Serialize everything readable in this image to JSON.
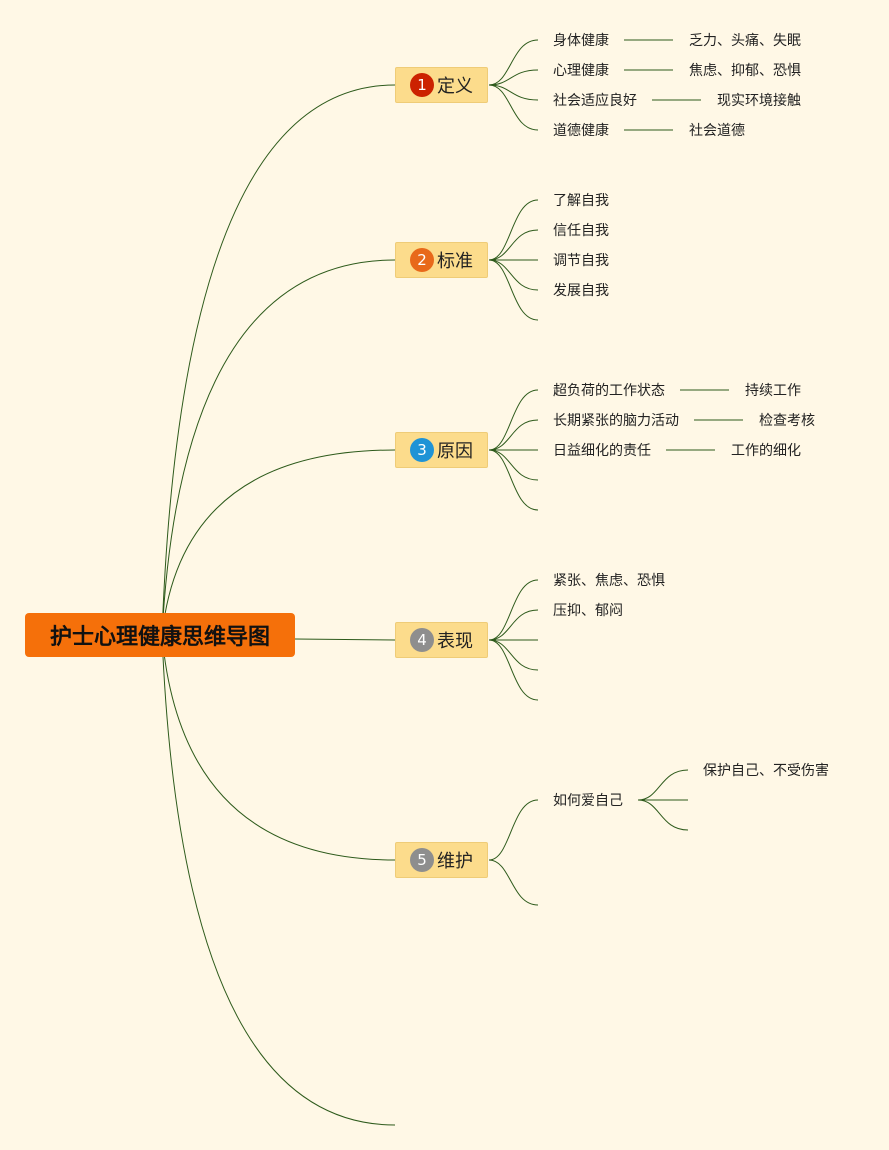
{
  "root": {
    "title": "护士心理健康思维导图"
  },
  "branches": [
    {
      "num": "1",
      "label": "定义",
      "badge_color": "#cc2200",
      "items": [
        {
          "text": "身体健康",
          "detail": "乏力、头痛、失眠"
        },
        {
          "text": "心理健康",
          "detail": "焦虑、抑郁、恐惧"
        },
        {
          "text": "社会适应良好",
          "detail": "现实环境接触"
        },
        {
          "text": "道德健康",
          "detail": "社会道德"
        }
      ]
    },
    {
      "num": "2",
      "label": "标准",
      "badge_color": "#e8691a",
      "items": [
        {
          "text": "了解自我"
        },
        {
          "text": "信任自我"
        },
        {
          "text": "调节自我"
        },
        {
          "text": "发展自我"
        },
        {
          "text": ""
        }
      ]
    },
    {
      "num": "3",
      "label": "原因",
      "badge_color": "#1f93d6",
      "items": [
        {
          "text": "超负荷的工作状态",
          "detail": "持续工作"
        },
        {
          "text": "长期紧张的脑力活动",
          "detail": "检查考核"
        },
        {
          "text": "日益细化的责任",
          "detail": "工作的细化"
        },
        {
          "text": ""
        },
        {
          "text": ""
        }
      ]
    },
    {
      "num": "4",
      "label": "表现",
      "badge_color": "#8e8e8e",
      "items": [
        {
          "text": "紧张、焦虑、恐惧"
        },
        {
          "text": "压抑、郁闷"
        },
        {
          "text": ""
        },
        {
          "text": ""
        },
        {
          "text": ""
        }
      ]
    },
    {
      "num": "5",
      "label": "维护",
      "badge_color": "#8e8e8e",
      "items": [
        {
          "text": "如何爱自己",
          "children": [
            "保护自己、不受伤害",
            "",
            ""
          ]
        },
        {
          "text": ""
        }
      ]
    }
  ],
  "colors": {
    "line": "#2d5a1b",
    "root_bg": "#f5700a",
    "branch_bg": "#fcdc8c",
    "background": "#fff8e6"
  }
}
